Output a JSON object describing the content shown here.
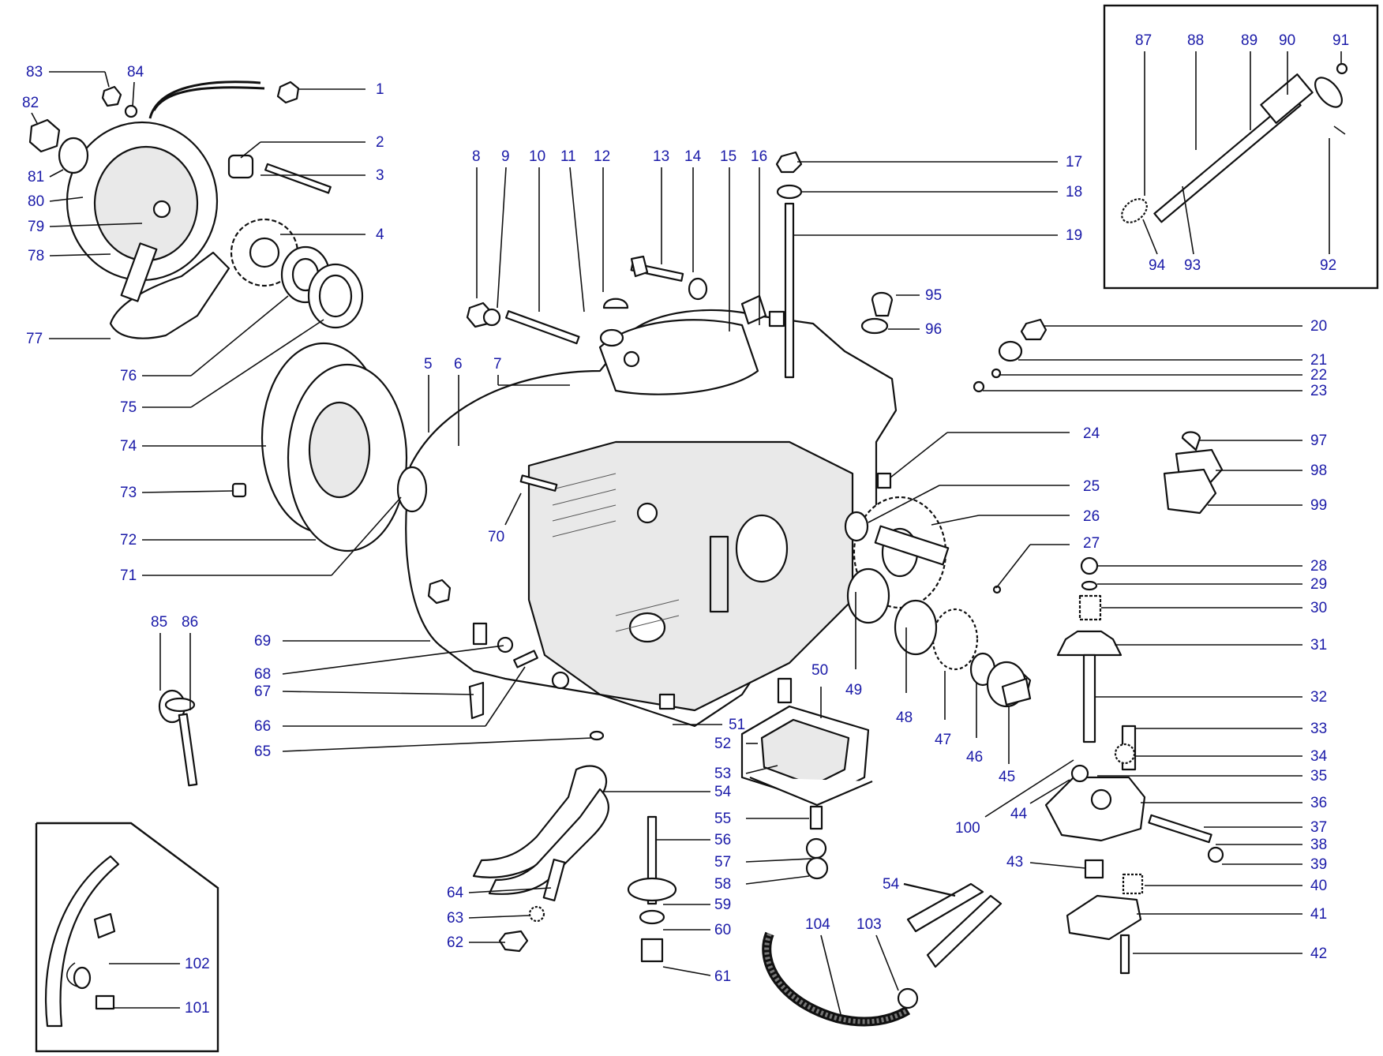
{
  "diagram": {
    "labels": {
      "1": "1",
      "2": "2",
      "3": "3",
      "4": "4",
      "5": "5",
      "6": "6",
      "7": "7",
      "8": "8",
      "9": "9",
      "10": "10",
      "11": "11",
      "12": "12",
      "13": "13",
      "14": "14",
      "15": "15",
      "16": "16",
      "17": "17",
      "18": "18",
      "19": "19",
      "20": "20",
      "21": "21",
      "22": "22",
      "23": "23",
      "24": "24",
      "25": "25",
      "26": "26",
      "27": "27",
      "28": "28",
      "29": "29",
      "30": "30",
      "31": "31",
      "32": "32",
      "33": "33",
      "34": "34",
      "35": "35",
      "36": "36",
      "37": "37",
      "38": "38",
      "39": "39",
      "40": "40",
      "41": "41",
      "42": "42",
      "43": "43",
      "44": "44",
      "45": "45",
      "46": "46",
      "47": "47",
      "48": "48",
      "49": "49",
      "50": "50",
      "51": "51",
      "52": "52",
      "53": "53",
      "54a": "54",
      "54b": "54",
      "55": "55",
      "56": "56",
      "57": "57",
      "58": "58",
      "59": "59",
      "60": "60",
      "61": "61",
      "62": "62",
      "63": "63",
      "64": "64",
      "65": "65",
      "66": "66",
      "67": "67",
      "68": "68",
      "69": "69",
      "70": "70",
      "71": "71",
      "72": "72",
      "73": "73",
      "74": "74",
      "75": "75",
      "76": "76",
      "77": "77",
      "78": "78",
      "79": "79",
      "80": "80",
      "81": "81",
      "82": "82",
      "83": "83",
      "84": "84",
      "85": "85",
      "86": "86",
      "87": "87",
      "88": "88",
      "89": "89",
      "90": "90",
      "91": "91",
      "92": "92",
      "93": "93",
      "94": "94",
      "95": "95",
      "96": "96",
      "97": "97",
      "98": "98",
      "99": "99",
      "100": "100",
      "101": "101",
      "102": "102",
      "103": "103",
      "104": "104"
    }
  }
}
